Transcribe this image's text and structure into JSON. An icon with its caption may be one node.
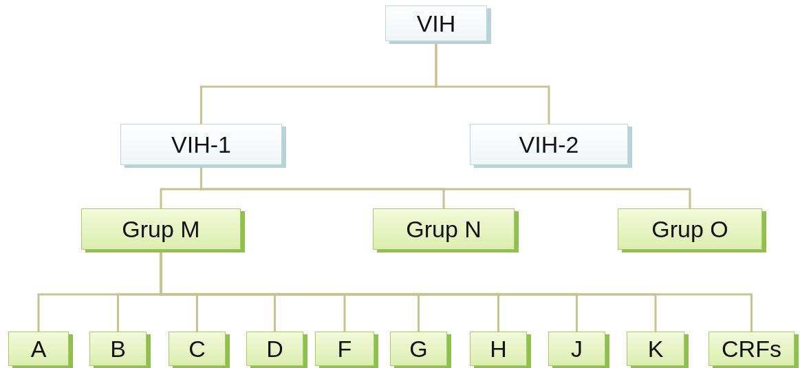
{
  "diagram": {
    "nodes": [
      {
        "text": [
          "VIH"
        ]
      },
      {
        "text": [
          "VIH-1"
        ]
      },
      {
        "text": [
          "VIH-2"
        ]
      },
      {
        "text": [
          "Grup M"
        ]
      },
      {
        "text": [
          "Grup N"
        ]
      },
      {
        "text": [
          "Grup O"
        ]
      },
      {
        "text": [
          "A"
        ]
      },
      {
        "text": [
          "B"
        ]
      },
      {
        "text": [
          "C"
        ]
      },
      {
        "text": [
          "D"
        ]
      },
      {
        "text": [
          "F"
        ]
      },
      {
        "text": [
          "G"
        ]
      },
      {
        "text": [
          "H"
        ]
      },
      {
        "text": [
          "J"
        ]
      },
      {
        "text": [
          "K"
        ]
      },
      {
        "text": [
          "CRFs"
        ]
      }
    ],
    "edges": [
      {
        "from": 0,
        "to": 1,
        "arrow": "none"
      },
      {
        "from": 0,
        "to": 2,
        "arrow": "none"
      },
      {
        "from": 1,
        "to": 3,
        "arrow": "none"
      },
      {
        "from": 1,
        "to": 4,
        "arrow": "none"
      },
      {
        "from": 1,
        "to": 5,
        "arrow": "none"
      },
      {
        "from": 3,
        "to": 6,
        "arrow": "none"
      },
      {
        "from": 3,
        "to": 7,
        "arrow": "none"
      },
      {
        "from": 3,
        "to": 8,
        "arrow": "none"
      },
      {
        "from": 3,
        "to": 9,
        "arrow": "none"
      },
      {
        "from": 3,
        "to": 10,
        "arrow": "none"
      },
      {
        "from": 3,
        "to": 11,
        "arrow": "none"
      },
      {
        "from": 3,
        "to": 12,
        "arrow": "none"
      },
      {
        "from": 3,
        "to": 13,
        "arrow": "none"
      },
      {
        "from": 3,
        "to": 14,
        "arrow": "none"
      },
      {
        "from": 3,
        "to": 15,
        "arrow": "none"
      }
    ]
  }
}
